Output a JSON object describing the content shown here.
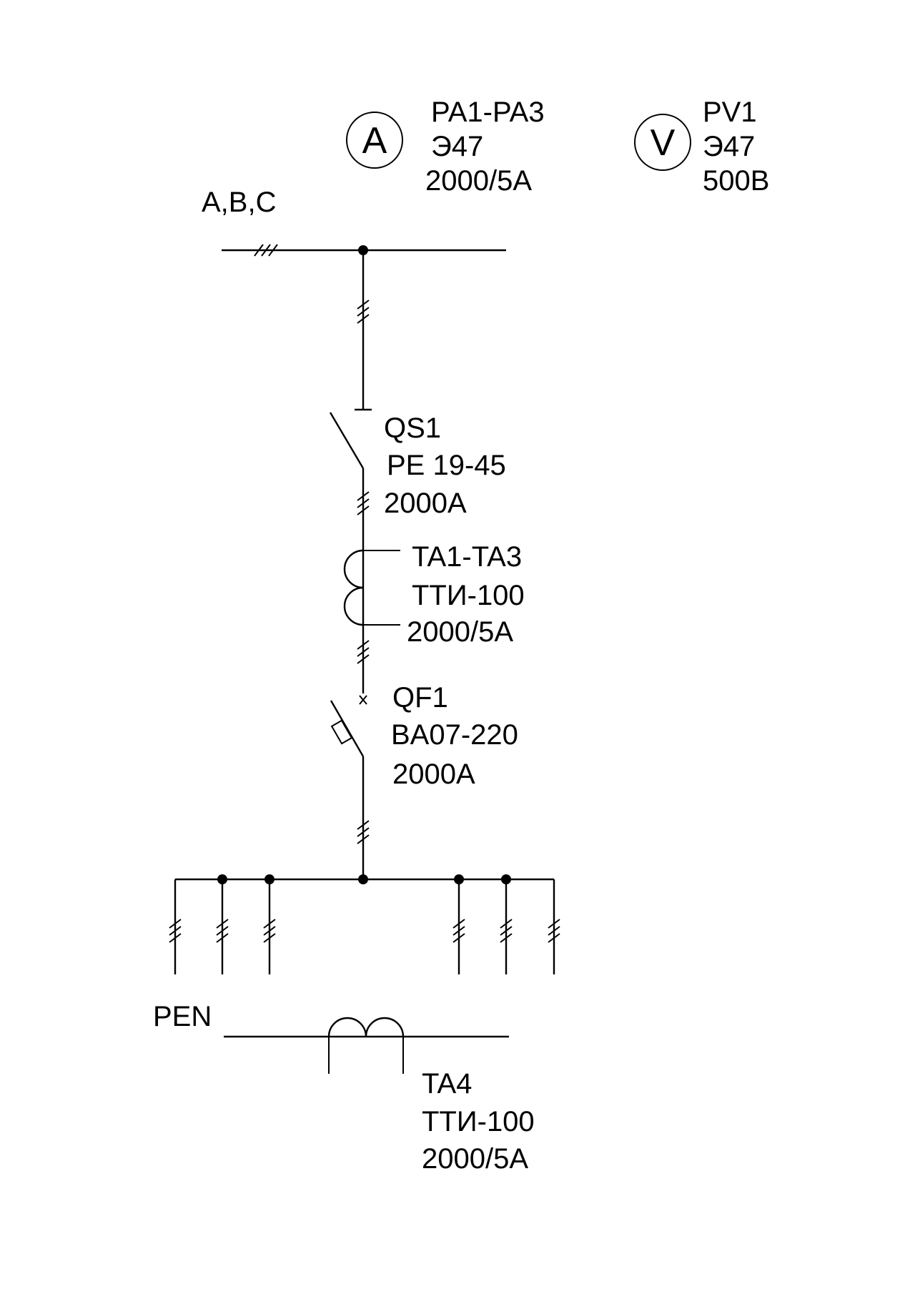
{
  "bus": {
    "phases_label": "A,B,C"
  },
  "ammeter": {
    "symbol": "A",
    "designation": "PA1-PA3",
    "type": "Э47",
    "rating": "2000/5A"
  },
  "voltmeter": {
    "symbol": "V",
    "designation": "PV1",
    "type": "Э47",
    "rating": "500B"
  },
  "switch": {
    "designation": "QS1",
    "type": "PE 19-45",
    "rating": "2000A"
  },
  "current_transformers": {
    "designation": "TA1-TA3",
    "type": "ТТИ-100",
    "rating": "2000/5A"
  },
  "breaker": {
    "designation": "QF1",
    "type": "BA07-220",
    "rating": "2000A"
  },
  "pen": {
    "label": "PEN"
  },
  "pen_transformer": {
    "designation": "TA4",
    "type": "ТТИ-100",
    "rating": "2000/5A"
  }
}
